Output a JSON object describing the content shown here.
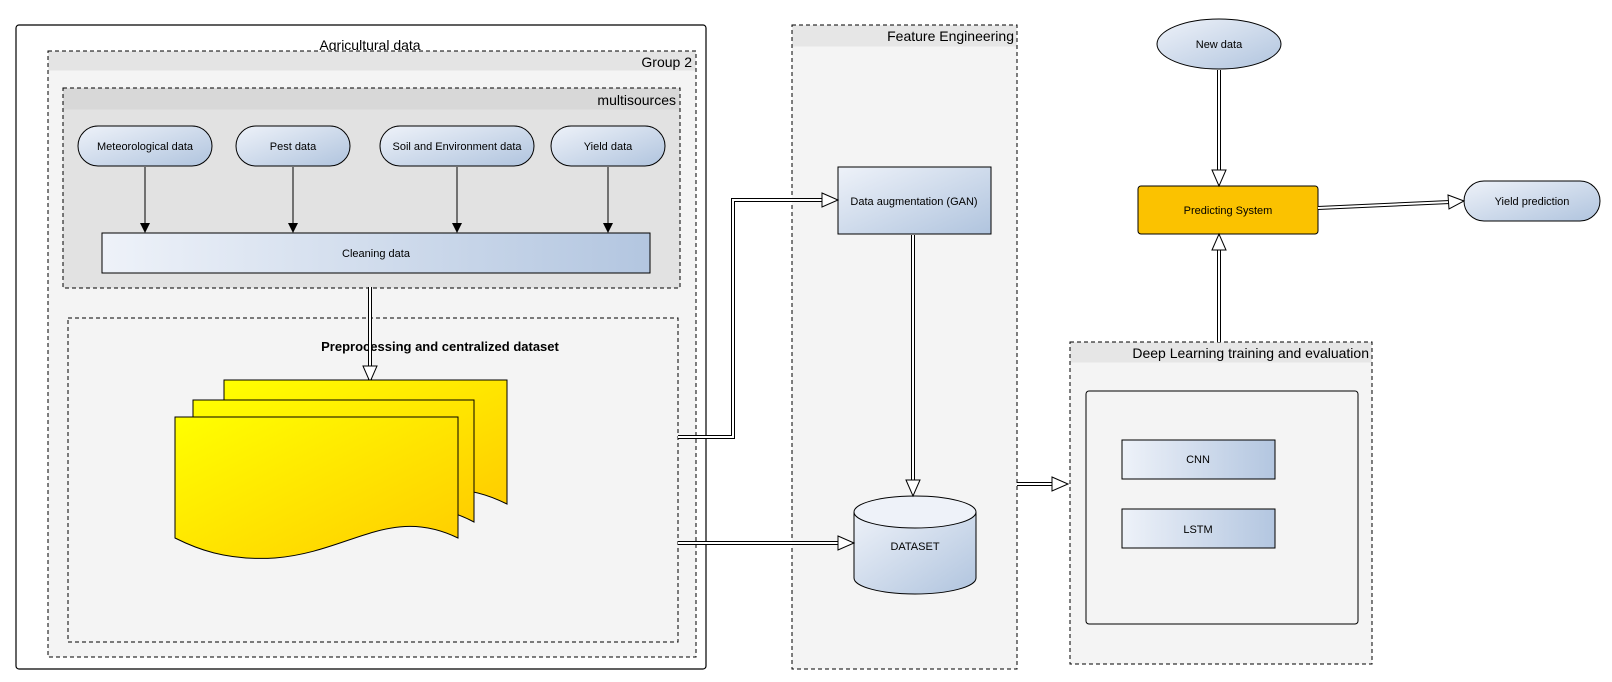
{
  "containers": {
    "agricultural": "Agricultural data",
    "group2": "Group 2",
    "multisources": "multisources",
    "preprocessing": "Preprocessing and centralized dataset",
    "feature_engineering": "Feature Engineering",
    "deep_learning": "Deep Learning training and evaluation"
  },
  "sources": [
    "Meteorological data",
    "Pest data",
    "Soil and Environment data",
    "Yield data"
  ],
  "nodes": {
    "cleaning": "Cleaning data",
    "augmentation": "Data augmentation (GAN)",
    "dataset": "DATASET",
    "new_data": "New data",
    "predicting_system": "Predicting System",
    "yield_prediction": "Yield prediction",
    "cnn": "CNN",
    "lstm": "LSTM"
  },
  "colors": {
    "predicting_system_fill": "#fbc200",
    "document_fill_start": "#ffff00",
    "document_fill_end": "#ffcc00",
    "node_gradient_start": "#eef2f9",
    "node_gradient_end": "#b0c4de",
    "container_fill": "#f4f4f4",
    "inner_container_fill": "#e2e2e2"
  }
}
